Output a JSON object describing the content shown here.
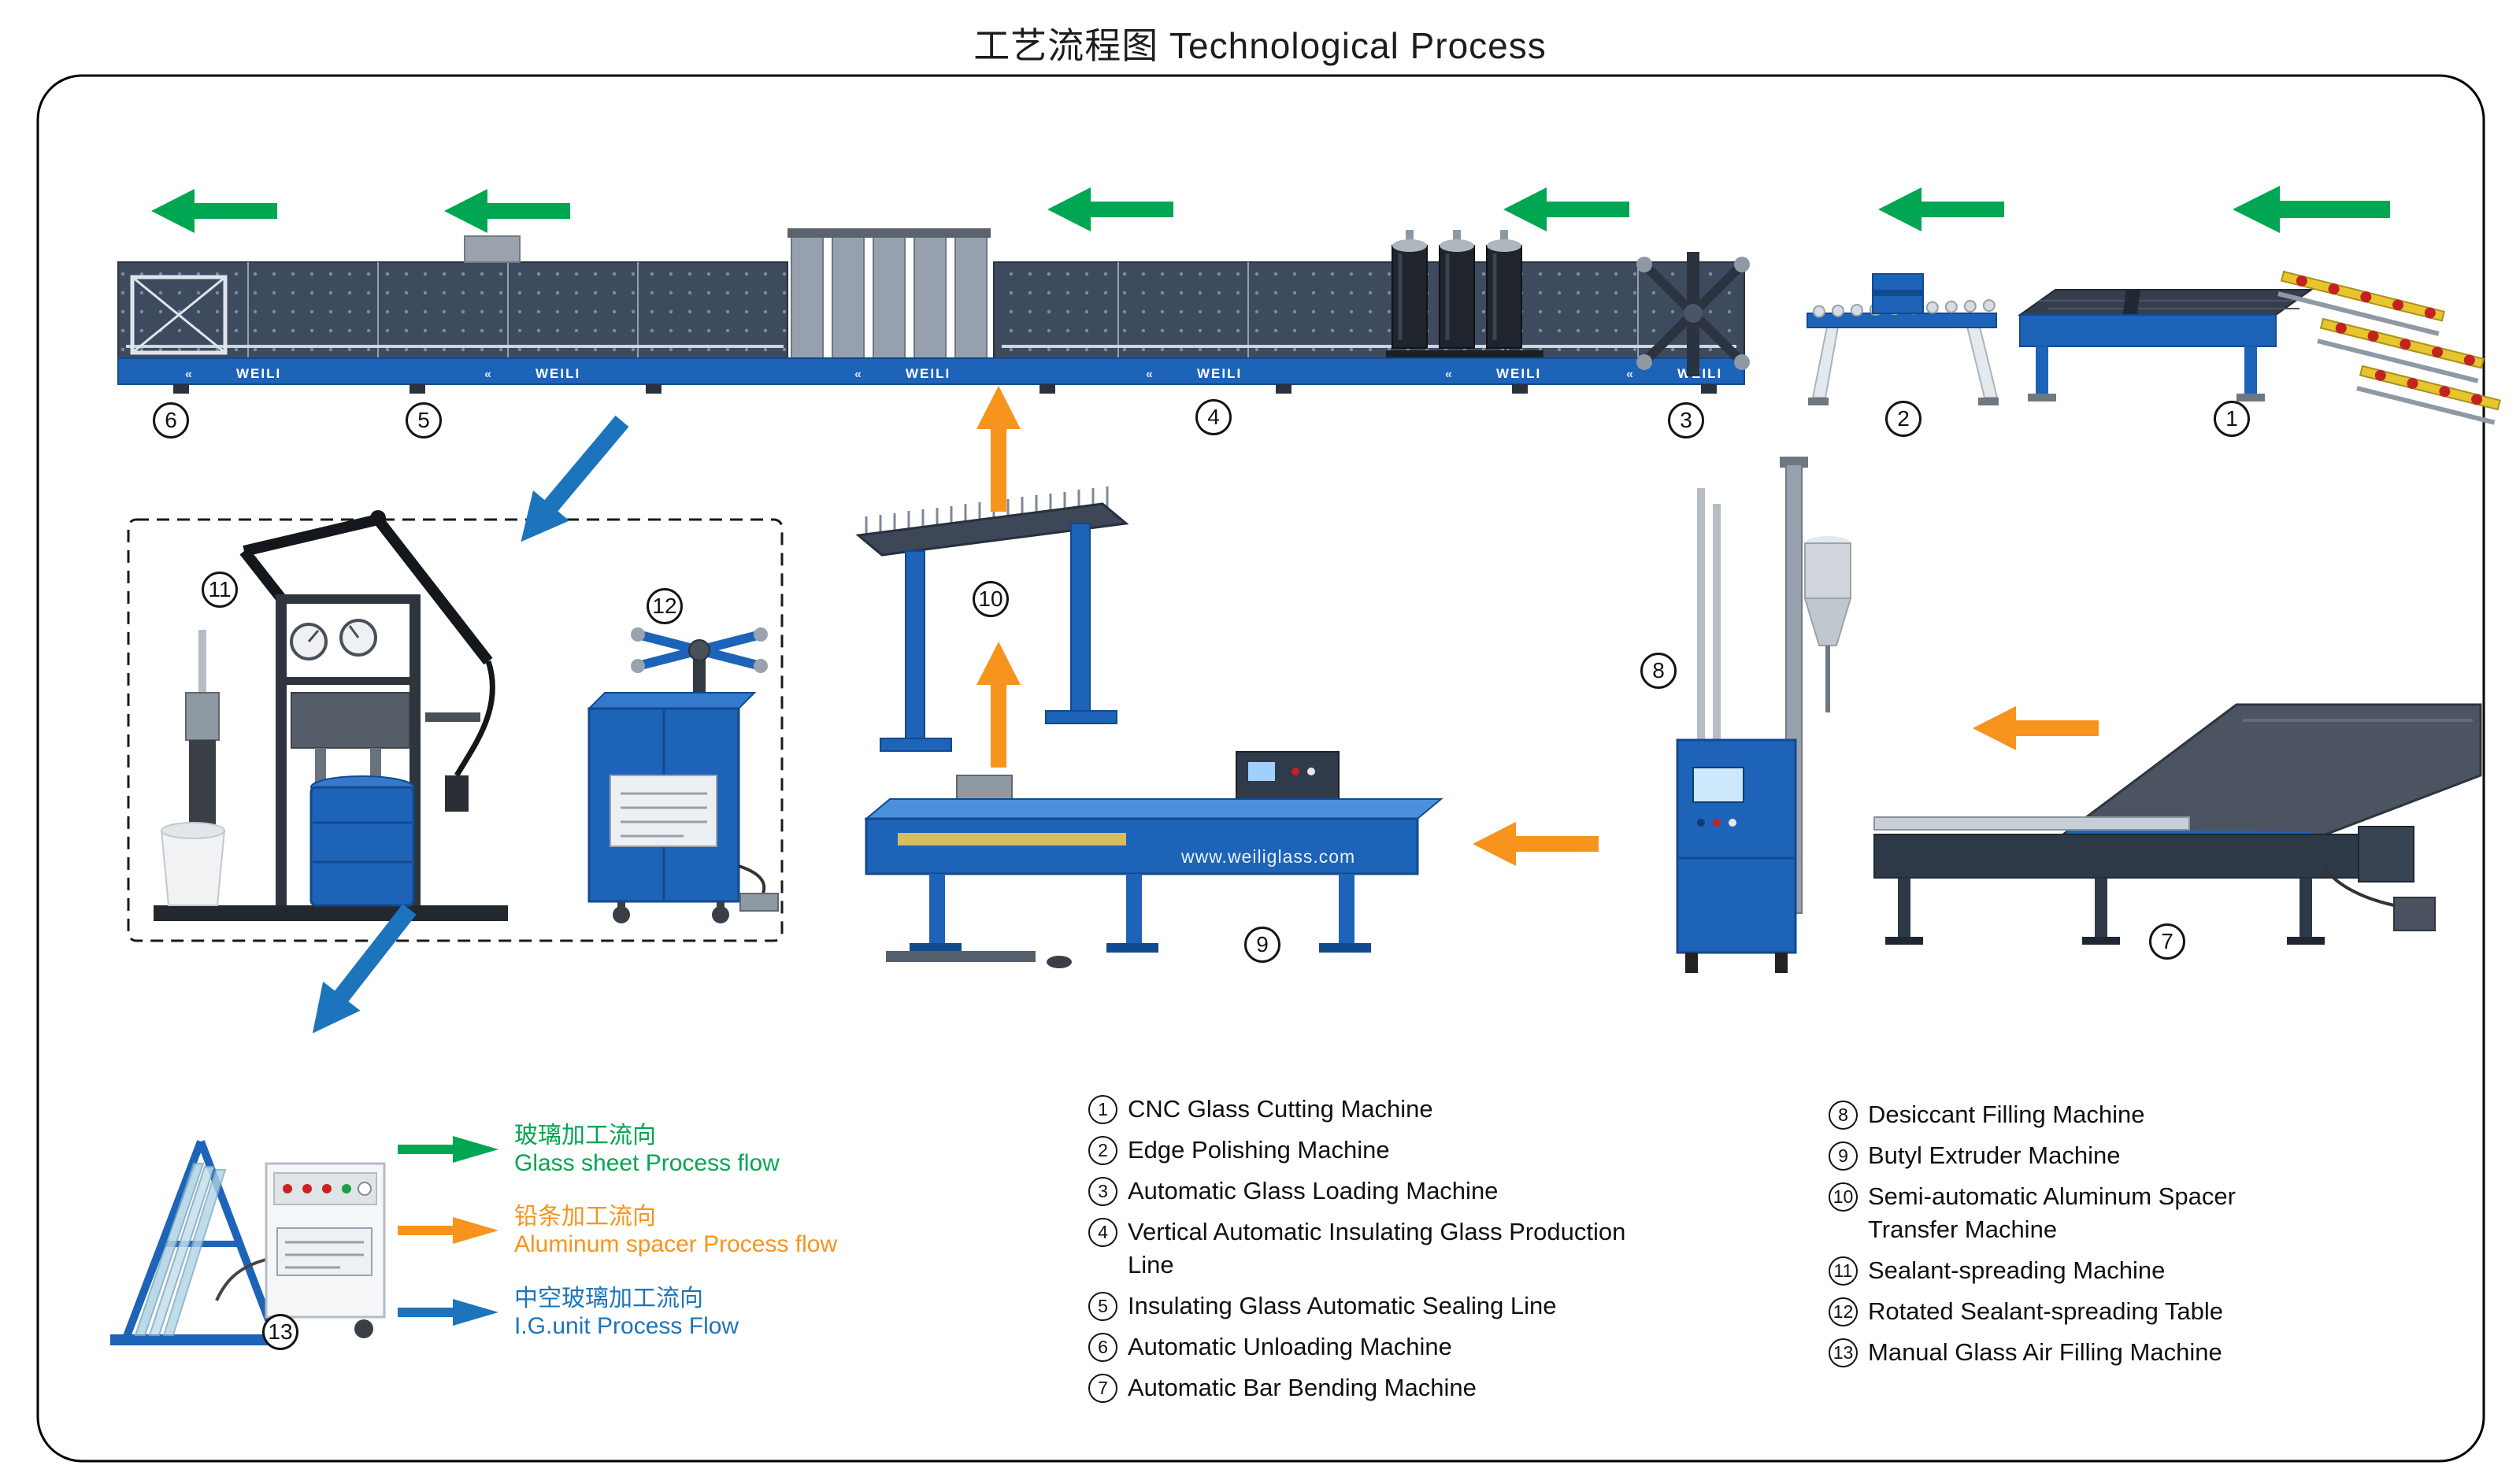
{
  "title": "工艺流程图 Technological Process",
  "brand": "WEILI",
  "website": "www.weiliglass.com",
  "chevron": "«",
  "machines": [
    {
      "num": "1",
      "label": "CNC Glass Cutting Machine"
    },
    {
      "num": "2",
      "label": "Edge Polishing Machine"
    },
    {
      "num": "3",
      "label": "Automatic Glass Loading Machine"
    },
    {
      "num": "4",
      "label": "Vertical Automatic Insulating Glass Production Line"
    },
    {
      "num": "5",
      "label": "Insulating Glass Automatic Sealing Line"
    },
    {
      "num": "6",
      "label": "Automatic Unloading Machine"
    },
    {
      "num": "7",
      "label": "Automatic Bar Bending Machine"
    },
    {
      "num": "8",
      "label": "Desiccant Filling Machine"
    },
    {
      "num": "9",
      "label": "Butyl Extruder Machine"
    },
    {
      "num": "10",
      "label": "Semi-automatic Aluminum Spacer Transfer Machine"
    },
    {
      "num": "11",
      "label": "Sealant-spreading Machine"
    },
    {
      "num": "12",
      "label": "Rotated Sealant-spreading Table"
    },
    {
      "num": "13",
      "label": "Manual Glass Air Filling Machine"
    }
  ],
  "flows": [
    {
      "zh": "玻璃加工流向",
      "en": "Glass sheet Process flow",
      "color": "#00A651"
    },
    {
      "zh": "铅条加工流向",
      "en": "Aluminum spacer Process flow",
      "color": "#F7941D"
    },
    {
      "zh": "中空玻璃加工流向",
      "en": "I.G.unit  Process Flow",
      "color": "#1C75BC"
    }
  ],
  "colors": {
    "glass_flow": "#00A651",
    "spacer_flow": "#F7941D",
    "ig_flow": "#1C75BC",
    "machine_blue": "#1D63B8",
    "panel_navy": "#3E4A5E",
    "steel_gray": "#97A1AD"
  }
}
